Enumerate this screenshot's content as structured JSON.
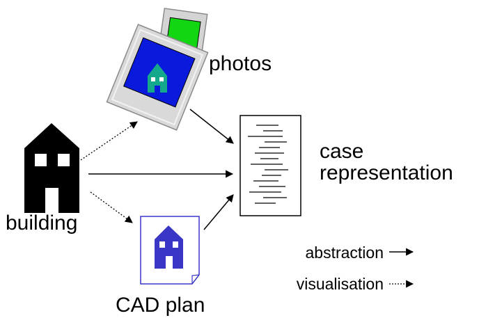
{
  "labels": {
    "photos": "photos",
    "case_line1": "case",
    "case_line2": "representation",
    "building": "building",
    "cad_plan": "CAD plan"
  },
  "legend": {
    "abstraction": "abstraction",
    "visualisation": "visualisation"
  },
  "icons": {
    "building": "building-icon",
    "photos": "photo-stack-icon",
    "case": "document-icon",
    "cad": "cad-plan-icon"
  },
  "colors": {
    "ink": "#000000",
    "photo_frame": "#d4d4d4",
    "photo_blue": "#0a1adc",
    "photo_green": "#12d612",
    "photo_house": "#14a88c",
    "cad_house": "#3a37c7",
    "cad_border": "#3a37c7"
  }
}
